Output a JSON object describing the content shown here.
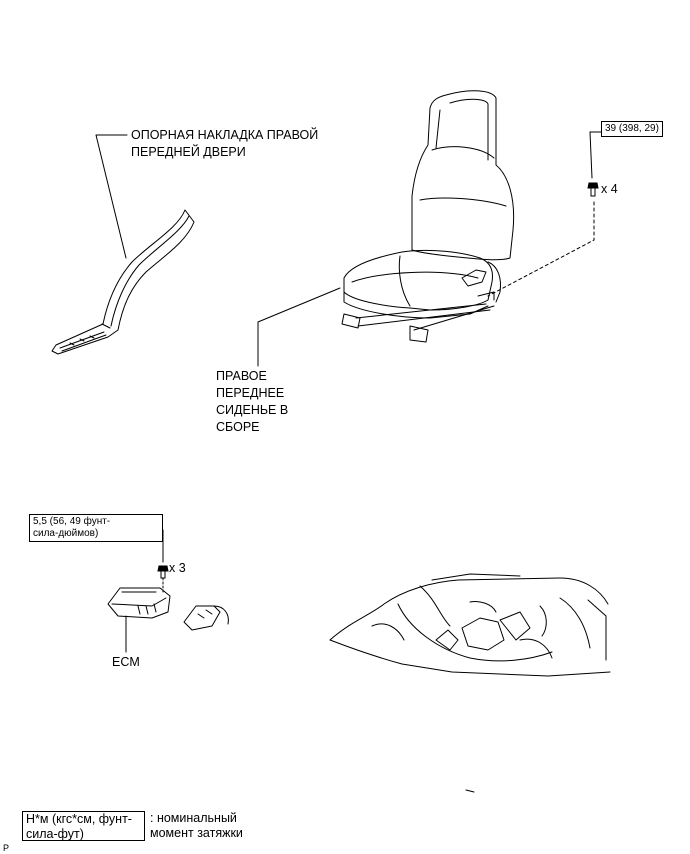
{
  "labels": {
    "door_scuff": "ОПОРНАЯ НАКЛАДКА ПРАВОЙ\nПЕРЕДНЕЙ ДВЕРИ",
    "seat_assy": "ПРАВОЕ\nПЕРЕДНЕЕ\nСИДЕНЬЕ В\nСБОРЕ",
    "ecm": "ECM"
  },
  "torque": {
    "seat_bolt": "39 (398, 29)",
    "ecm_bolt": "5,5 (56, 49 фунт-\nсила-дюймов)"
  },
  "quantities": {
    "seat_bolts": "x 4",
    "ecm_bolts": "x 3"
  },
  "legend": {
    "box": "Н*м (кгс*см, фунт-\nсила-фут)",
    "description": ": номинальный\nмомент затяжки"
  },
  "corner_mark": "P"
}
